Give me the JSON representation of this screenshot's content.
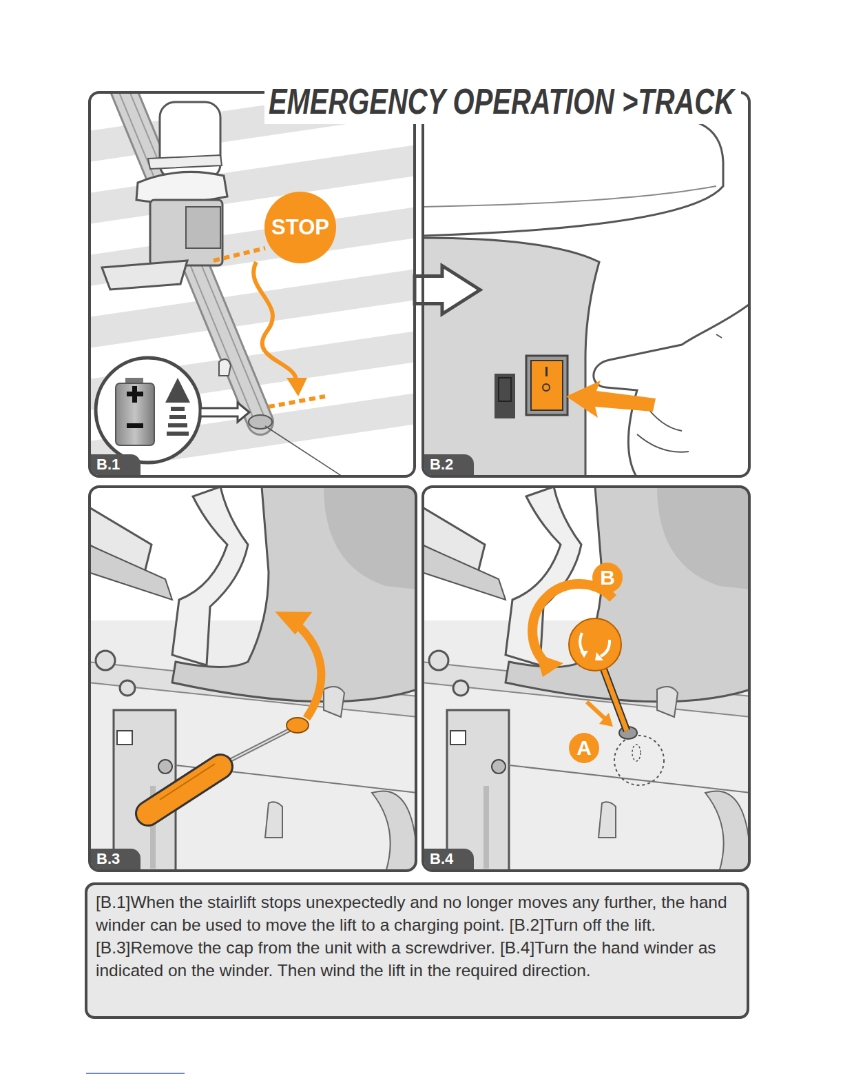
{
  "diagram": {
    "title": "EMERGENCY OPERATION >TRACK",
    "nodes": [
      {
        "text": [
          "B.1"
        ]
      },
      {
        "text": [
          "STOP"
        ],
        "in": 0
      },
      {
        "text": [
          "B.2"
        ]
      },
      {
        "text": [
          "B.3"
        ]
      },
      {
        "text": [
          "B.4"
        ]
      },
      {
        "text": [
          "B"
        ],
        "in": 4
      },
      {
        "text": [
          "A"
        ],
        "in": 4
      },
      {
        "text": [
          "[B.1]When the stairlift stops unexpectedly and no longer moves any further, the hand winder can be used to move the lift to a charging point. [B.2]Turn off the lift. [B.3]Remove the cap from the unit with a screwdriver. [B.4]Turn the hand winder as indicated on the winder. Then wind the lift in the required direction."
        ]
      }
    ],
    "edges": [
      {
        "from": 0,
        "to": 2,
        "arrow": "to"
      }
    ]
  }
}
